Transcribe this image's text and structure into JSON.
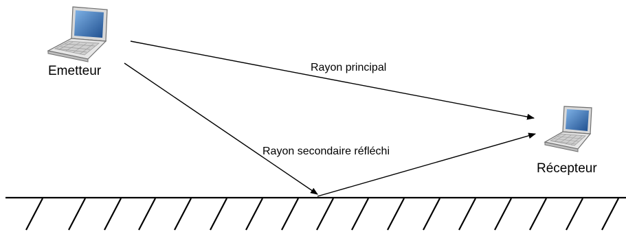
{
  "nodes": {
    "emitter": {
      "label": "Emetteur",
      "icon": "laptop-icon"
    },
    "receiver": {
      "label": "Récepteur",
      "icon": "laptop-icon"
    }
  },
  "rays": {
    "direct": {
      "label": "Rayon principal"
    },
    "reflected": {
      "label": "Rayon secondaire réfléchi"
    }
  },
  "ground": {
    "icon": "hatched-ground"
  },
  "colors": {
    "line": "#000000",
    "laptop_body": "#e3e3e3",
    "laptop_edge": "#6e6e6e",
    "screen": "#1f4f8f",
    "keys": "#9a9a9a"
  }
}
